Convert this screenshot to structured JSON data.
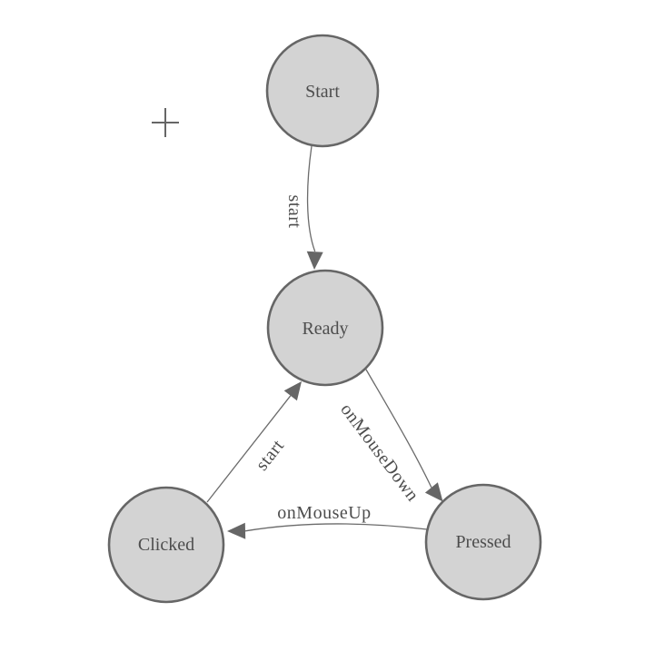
{
  "diagram": {
    "type": "state-machine",
    "nodes": [
      {
        "id": "start",
        "label": "Start"
      },
      {
        "id": "ready",
        "label": "Ready"
      },
      {
        "id": "clicked",
        "label": "Clicked"
      },
      {
        "id": "pressed",
        "label": "Pressed"
      }
    ],
    "edges": [
      {
        "from": "start",
        "to": "ready",
        "label": "start"
      },
      {
        "from": "ready",
        "to": "pressed",
        "label": "onMouseDown"
      },
      {
        "from": "pressed",
        "to": "clicked",
        "label": "onMouseUp"
      },
      {
        "from": "clicked",
        "to": "ready",
        "label": "start"
      }
    ],
    "colors": {
      "background": "#ffffff",
      "node_fill": "#d3d3d3",
      "node_stroke": "#666666",
      "edge_stroke": "#6b6b6b",
      "arrow_fill": "#666666",
      "label_text": "#4d4d4d",
      "cursor": "#666666"
    }
  }
}
